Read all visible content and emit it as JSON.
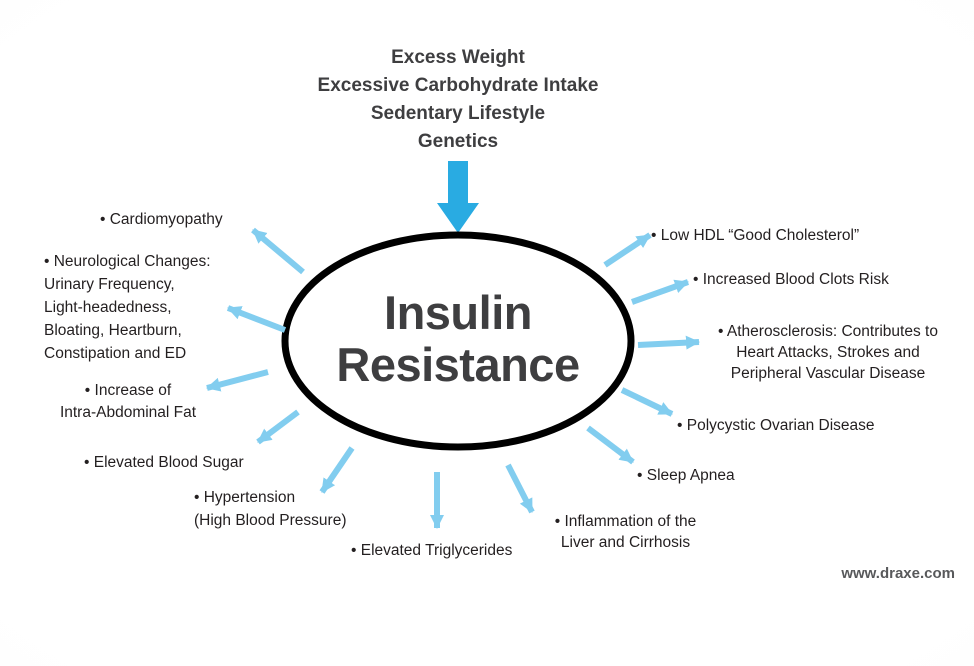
{
  "colors": {
    "accent": "#29ABE2",
    "spoke": "#82CDEF",
    "ink": "#3E3E40",
    "label": "#231F20",
    "outline": "#000000",
    "watermark": "#58595B"
  },
  "causes": {
    "lines": [
      "Excess Weight",
      "Excessive Carbohydrate Intake",
      "Sedentary Lifestyle",
      "Genetics"
    ]
  },
  "center": {
    "title": "Insulin\nResistance"
  },
  "effects": {
    "left": [
      {
        "label": "• Cardiomyopathy"
      },
      {
        "label": "• Neurological Changes:\nUrinary Frequency,\nLight-headedness,\nBloating, Heartburn,\nConstipation and ED"
      },
      {
        "label": "• Increase of\nIntra-Abdominal Fat"
      },
      {
        "label": "• Elevated Blood Sugar"
      },
      {
        "label": "• Hypertension\n(High Blood Pressure)"
      },
      {
        "label": "• Elevated Triglycerides"
      }
    ],
    "right": [
      {
        "label": "• Low HDL “Good Cholesterol”"
      },
      {
        "label": "• Increased Blood Clots Risk"
      },
      {
        "label": "• Atherosclerosis: Contributes to\nHeart Attacks, Strokes and\nPeripheral Vascular Disease"
      },
      {
        "label": "• Polycystic Ovarian Disease"
      },
      {
        "label": "• Sleep Apnea"
      },
      {
        "label": "• Inflammation of the\nLiver and Cirrhosis"
      }
    ]
  },
  "watermark": "www.draxe.com"
}
